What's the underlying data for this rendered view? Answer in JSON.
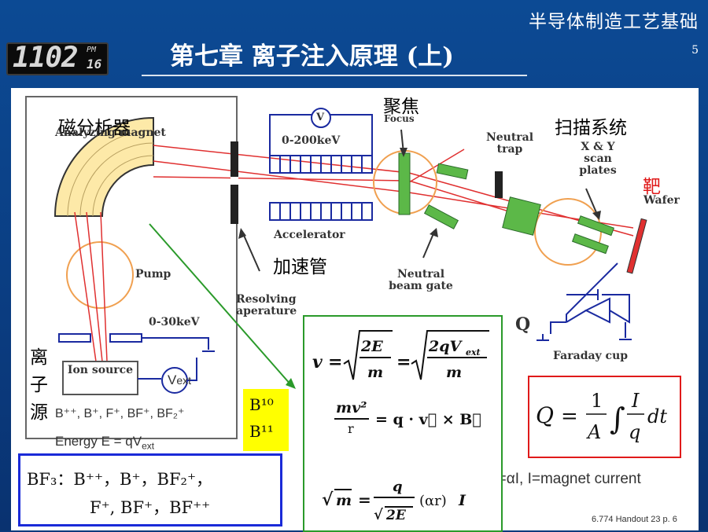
{
  "header": {
    "subject": "半导体制造工艺基础",
    "page_number": "5",
    "chapter_title": "第七章 离子注入原理 (上)",
    "clock": {
      "digits": "1102",
      "ampm": "PM",
      "day": "16"
    }
  },
  "diagram": {
    "labels_cn": {
      "magnet": "磁分析器",
      "focus": "聚焦",
      "scan": "扫描系统",
      "target": "靶",
      "accelerator": "加速管",
      "source": "离子源"
    },
    "labels_en": {
      "analyzing_magnet": "Analyzing magnet",
      "focus": "Focus",
      "neutral_trap": "Neutral trap",
      "scan_plates": "X & Y scan plates",
      "wafer": "Wafer",
      "accelerator": "Accelerator",
      "neutral_beam_gate": "Neutral beam gate",
      "pump": "Pump",
      "resolving_aperture": "Resolving aperature",
      "faraday_cup": "Faraday cup",
      "ion_source": "Ion source",
      "v_ext": "V",
      "v_ext_sub": "ext",
      "v_acc": "V",
      "q": "Q"
    },
    "voltages": {
      "accelerator": "0-200keV",
      "extraction": "0-30keV"
    },
    "species_line": "B⁺⁺, B⁺, F⁺, BF⁺, BF₂⁺",
    "energy_line": "Energy E = qV",
    "energy_sub": "ext",
    "isotopes": [
      "B¹⁰",
      "B¹¹"
    ],
    "bf3_line1": "BF₃：B⁺⁺，B⁺，BF₂⁺，",
    "bf3_line2": "F⁺, BF⁺，BF⁺⁺",
    "magnet_note": "B=αI, I=magnet current",
    "reference": "6.774 Handout 23 p. 6"
  },
  "equations": {
    "velocity": "v = √(2E/m) = √(2qV_ext/m)",
    "force": "mv²/r = q · v⃗ × B⃗",
    "mass": "√m = q/√(2E) · (αr) I",
    "charge": "Q = (1/A) ∫ (I/q) dt"
  }
}
